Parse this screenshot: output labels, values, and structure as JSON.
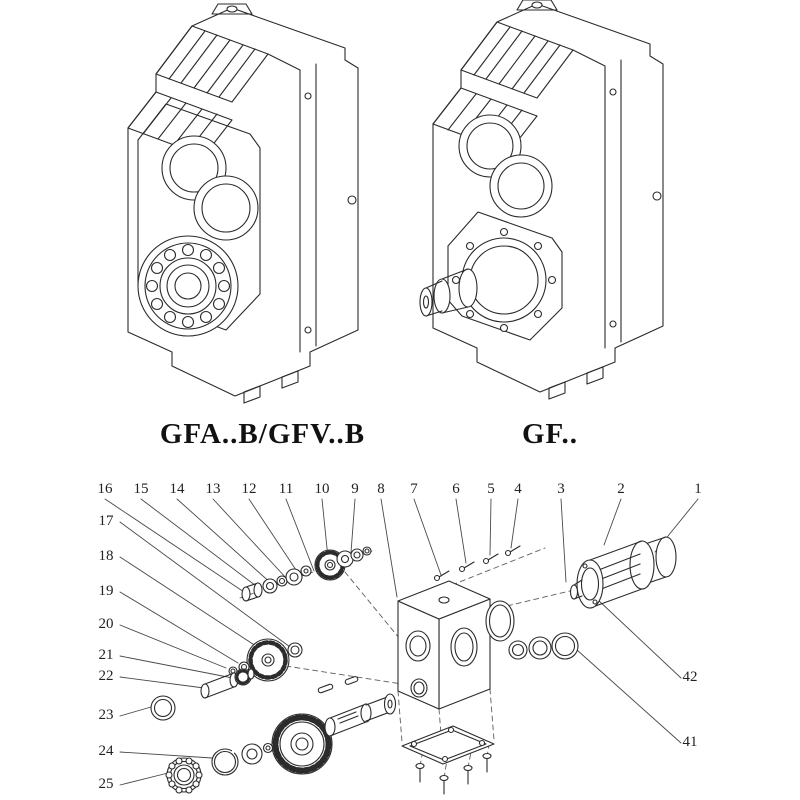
{
  "colors": {
    "ink": "#2b2b2b",
    "background": "#ffffff",
    "leader_line": "#4a4a4a"
  },
  "figures": {
    "left": {
      "label": "GFA..B/GFV..B"
    },
    "right": {
      "label": "GF.."
    }
  },
  "exploded_view": {
    "callouts_top": [
      "16",
      "15",
      "14",
      "13",
      "12",
      "11",
      "10",
      "9",
      "8",
      "7",
      "6",
      "5",
      "4",
      "3",
      "2",
      "1"
    ],
    "callouts_left": [
      "17",
      "18",
      "19",
      "20",
      "21",
      "22",
      "23",
      "24",
      "25"
    ],
    "callouts_right": [
      "42",
      "41"
    ]
  }
}
